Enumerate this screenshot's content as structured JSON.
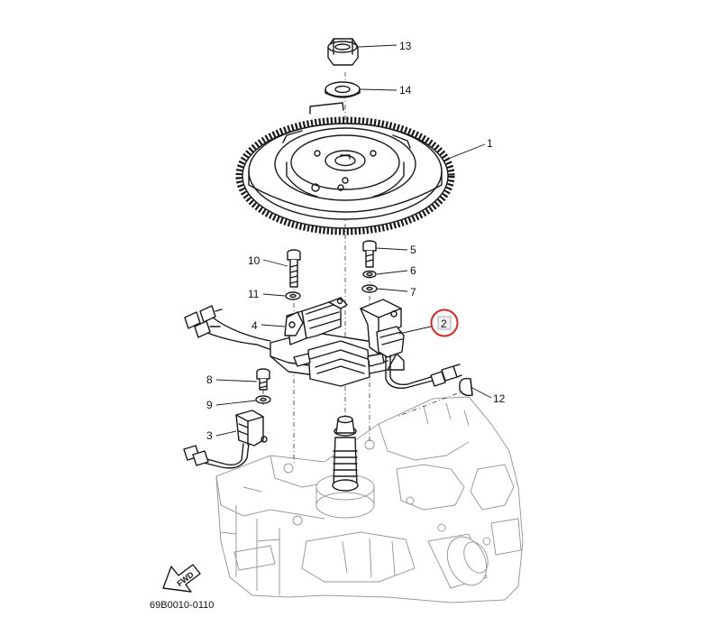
{
  "diagram": {
    "drawing_code": "69B0010-0110",
    "fwd_label": "FWD",
    "callouts": [
      {
        "id": "1",
        "label": "1"
      },
      {
        "id": "2",
        "label": "2",
        "highlighted": true
      },
      {
        "id": "3",
        "label": "3"
      },
      {
        "id": "4",
        "label": "4"
      },
      {
        "id": "5",
        "label": "5"
      },
      {
        "id": "6",
        "label": "6"
      },
      {
        "id": "7",
        "label": "7"
      },
      {
        "id": "8",
        "label": "8"
      },
      {
        "id": "9",
        "label": "9"
      },
      {
        "id": "10",
        "label": "10"
      },
      {
        "id": "11",
        "label": "11"
      },
      {
        "id": "12",
        "label": "12"
      },
      {
        "id": "13",
        "label": "13"
      },
      {
        "id": "14",
        "label": "14"
      }
    ],
    "colors": {
      "line": "#1a1a1a",
      "ghost_line": "#9a9a9a",
      "highlight": "#d9262a",
      "background": "#ffffff"
    }
  }
}
